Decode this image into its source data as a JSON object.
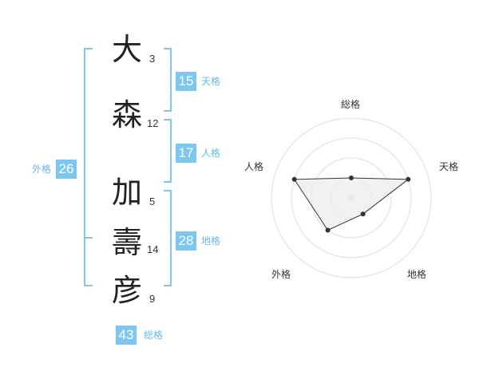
{
  "name": {
    "chars": [
      "大",
      "森",
      "加",
      "壽",
      "彦"
    ],
    "strokes": [
      "3",
      "12",
      "5",
      "14",
      "9"
    ]
  },
  "kaku": {
    "tenkaku": {
      "value": "15",
      "label": "天格"
    },
    "jinkaku": {
      "value": "17",
      "label": "人格"
    },
    "chikaku": {
      "value": "28",
      "label": "地格"
    },
    "gaikaku": {
      "value": "26",
      "label": "外格"
    },
    "soukaku": {
      "value": "43",
      "label": "総格"
    }
  },
  "colors": {
    "bracket": "#7cc6ef",
    "badge": "#7cc6ef",
    "badge_text": "#ffffff",
    "label": "#6ab8e6",
    "ring": "#dddddd",
    "radar_line": "#333333",
    "radar_fill": "#eeeeee"
  },
  "chart_data": {
    "type": "radar",
    "axes": [
      "総格",
      "天格",
      "地格",
      "外格",
      "人格"
    ],
    "values": [
      1,
      3,
      1,
      2,
      3
    ],
    "range": [
      0,
      4
    ],
    "rings": 4,
    "grid": true,
    "legend": "none"
  }
}
